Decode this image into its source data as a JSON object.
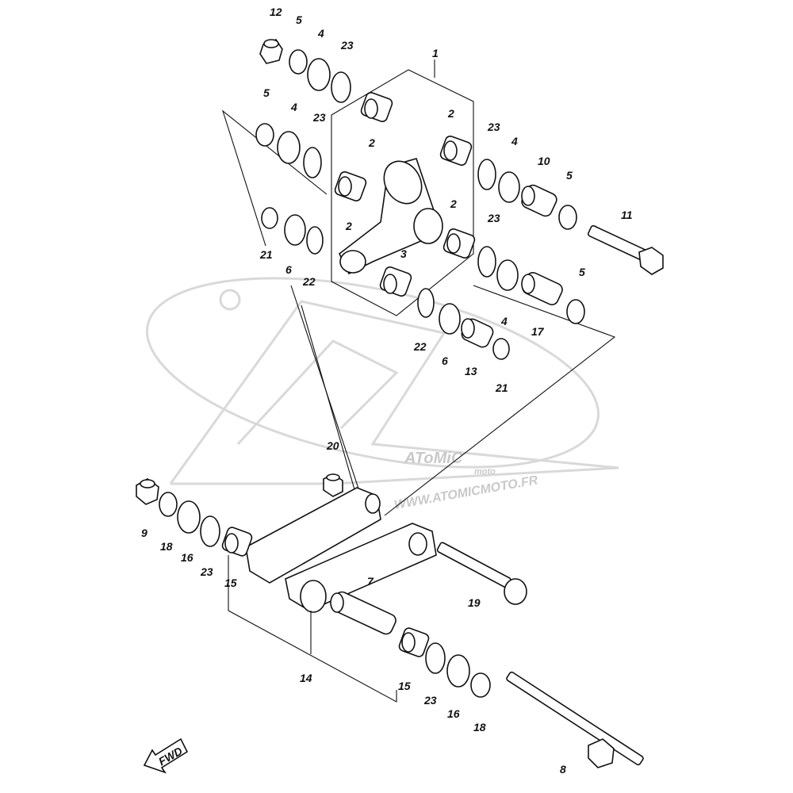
{
  "watermark": {
    "brand": "AToMiC",
    "sub": "moto",
    "url": "WWW.ATOMICMOTO.FR"
  },
  "fwd_label": "FWD",
  "labels": {
    "p12": "12",
    "p5a": "5",
    "p4a": "4",
    "p23a": "23",
    "p1": "1",
    "p5b": "5",
    "p4b": "4",
    "p23b": "23",
    "p2a": "2",
    "p2b": "2",
    "p2c": "2",
    "p2d": "2",
    "p3": "3",
    "p21a": "21",
    "p6a": "6",
    "p22a": "22",
    "p23c": "23",
    "p4c": "4",
    "p10": "10",
    "p5c": "5",
    "p11": "11",
    "p23d": "23",
    "p5d": "5",
    "p4d": "4",
    "p17": "17",
    "p22b": "22",
    "p6b": "6",
    "p13": "13",
    "p21b": "21",
    "p20": "20",
    "p9": "9",
    "p18a": "18",
    "p16a": "16",
    "p23e": "23",
    "p15a": "15",
    "p7": "7",
    "p19": "19",
    "p14": "14",
    "p15b": "15",
    "p23f": "23",
    "p16b": "16",
    "p18b": "18",
    "p8": "8"
  }
}
